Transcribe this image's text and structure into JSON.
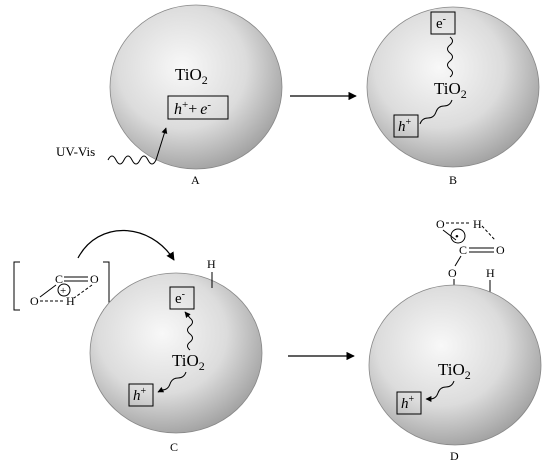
{
  "panels": {
    "A": {
      "sphere_label": "TiO",
      "sphere_label_sub": "2",
      "pair_h": "h",
      "pair_h_sup": "+",
      "pair_plus": "+",
      "pair_e": "e",
      "pair_e_sup": "-",
      "light_label": "UV-Vis",
      "panel_label": "A"
    },
    "B": {
      "electron": "e",
      "electron_sup": "-",
      "sphere_label": "TiO",
      "sphere_label_sub": "2",
      "hole": "h",
      "hole_sup": "+",
      "panel_label": "B"
    },
    "C": {
      "molecule_c": "C",
      "molecule_o_top": "O",
      "molecule_o_left": "O",
      "molecule_h": "H",
      "radical_sign": "+",
      "surface_h": "H",
      "electron": "e",
      "electron_sup": "-",
      "sphere_label": "TiO",
      "sphere_label_sub": "2",
      "hole": "h",
      "hole_sup": "+",
      "panel_label": "C"
    },
    "D": {
      "molecule_o_top": "O",
      "molecule_h": "H",
      "radical_sign": "•",
      "molecule_c": "C",
      "molecule_o_right": "O",
      "molecule_o_bottom": "O",
      "surface_h": "H",
      "sphere_label": "TiO",
      "sphere_label_sub": "2",
      "hole": "h",
      "hole_sup": "+",
      "panel_label": "D"
    }
  },
  "colors": {
    "ink": "#000000",
    "sphere_light": "#f8f8f8",
    "sphere_dark": "#9a9a9a"
  }
}
